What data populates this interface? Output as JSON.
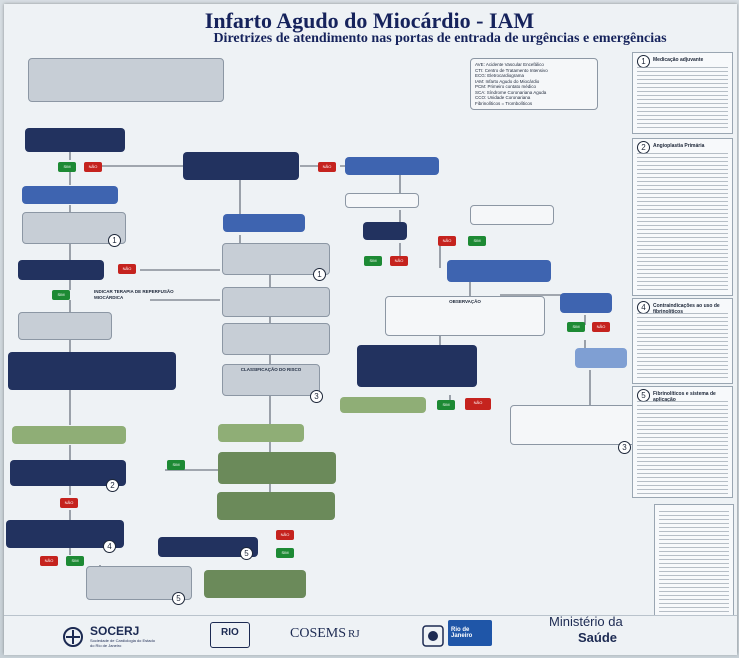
{
  "title": "Infarto Agudo do Miocárdio - IAM",
  "subtitle": "Diretrizes de atendimento nas portas de entrada de urgências e emergências",
  "legend": [
    "AVE: Acidente Vascular Encefálico",
    "CTI: Centro de Tratamento Intensivo",
    "ECG: Eletrocardiograma",
    "IAM: Infarto Agudo do Miocárdio",
    "PCM: Primeiro contato médico",
    "SCA: Síndrome Coronariana Aguda",
    "CCO: Unidade Coronariana",
    "Fibrinolíticos = Trombolíticos"
  ],
  "labels": {
    "yes": "SIM",
    "no": "NÃO",
    "fibrinolysis_heading": "INDICAR TERAPIA DE REPERFUSÃO MIOCÁRDICA",
    "observation": "OBSERVAÇÃO",
    "classification": "CLASSIFICAÇÃO DO RISCO"
  },
  "panels": [
    {
      "num": "1",
      "title": "Medicação adjuvante"
    },
    {
      "num": "2",
      "title": "Angioplastia Primária"
    },
    {
      "num": "4",
      "title": "Contraindicações ao uso de fibrinolíticos"
    },
    {
      "num": "5",
      "title": "Fibrinolíticos e sistema de aplicação"
    }
  ],
  "circled": [
    "1",
    "1",
    "1",
    "2",
    "3",
    "3",
    "4",
    "5",
    "5"
  ],
  "footer": {
    "socerj": "SOCERJ",
    "socerj_sub": "Sociedade de Cardiologia do Estado do Rio de Janeiro",
    "rio": "RIO",
    "cosems": "COSEMS",
    "cosems_rj": "RJ",
    "rj": "Rio de Janeiro",
    "ministerio": "Ministério da",
    "saude": "Saúde"
  },
  "colors": {
    "dark": "#22325f",
    "mid": "#3e64b0",
    "yes": "#1d8a34",
    "no": "#c5231e",
    "olive": "#6b8a5a"
  }
}
